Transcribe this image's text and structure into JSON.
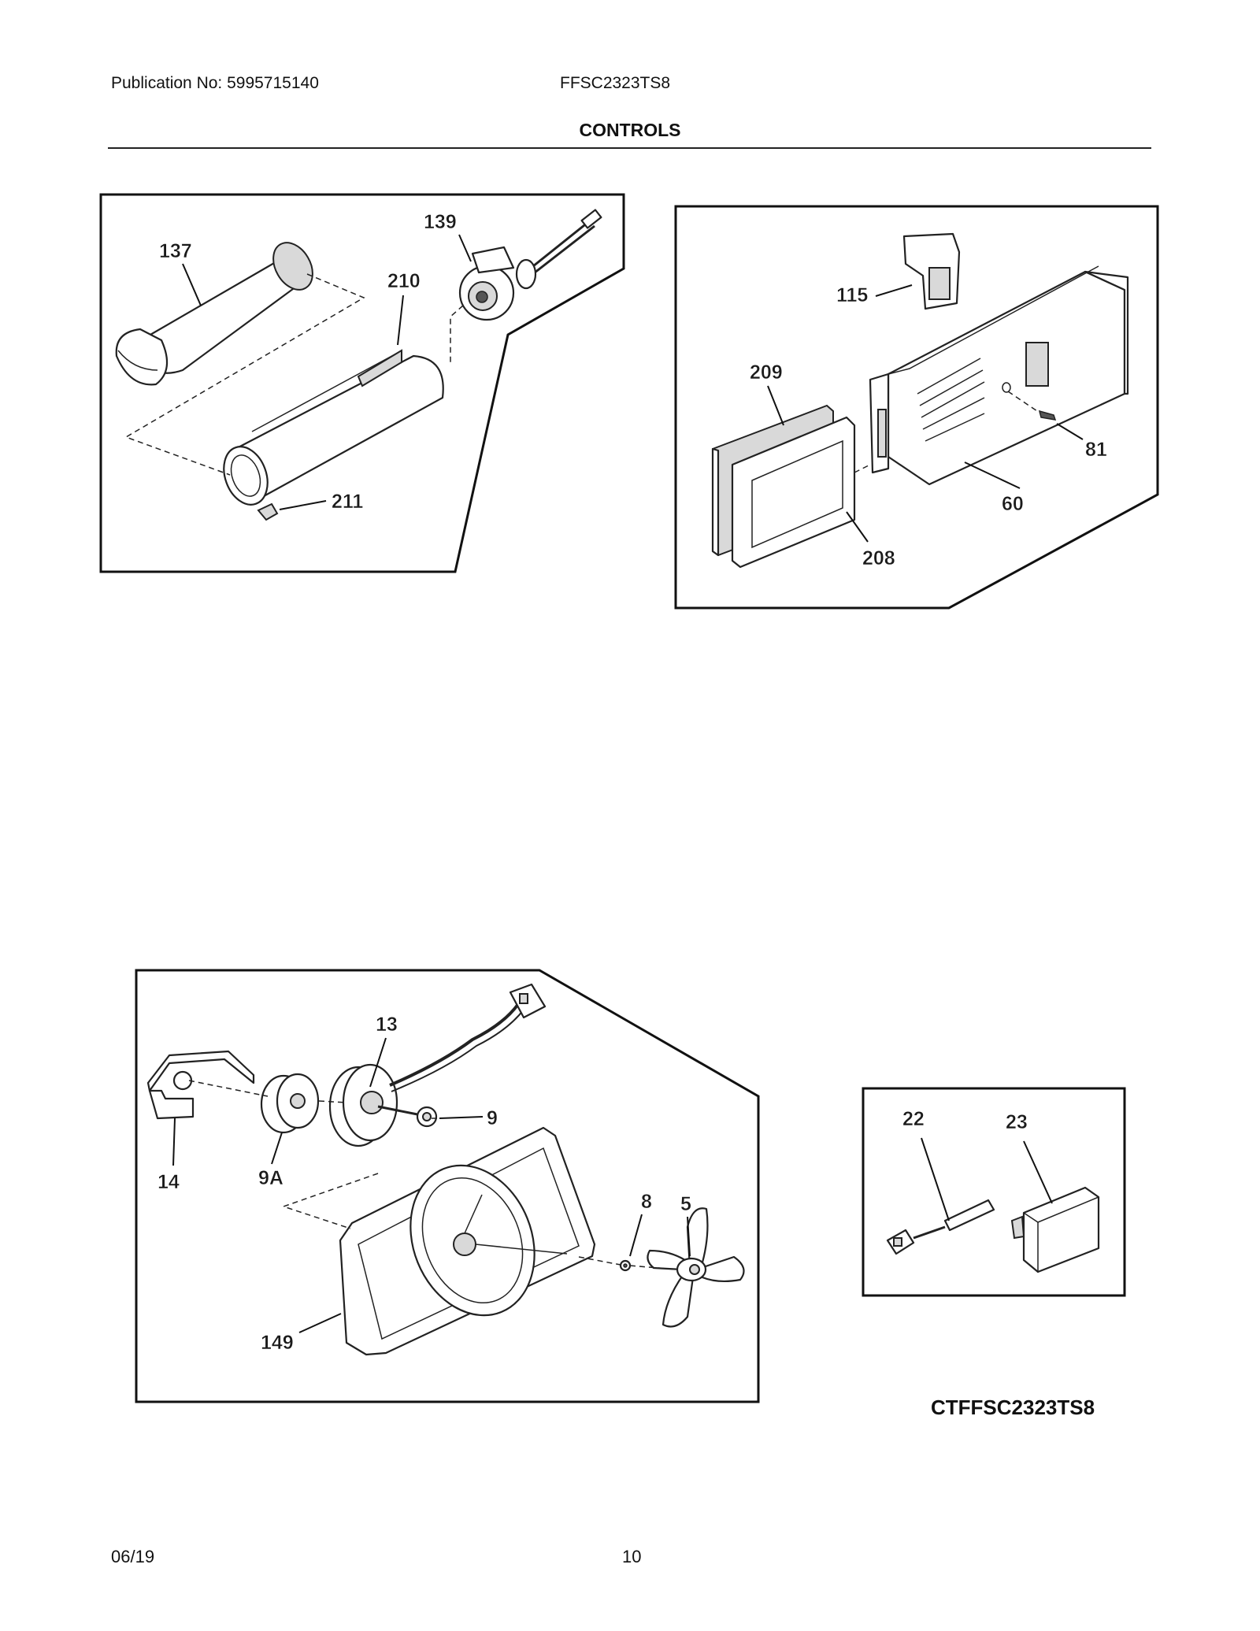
{
  "header": {
    "publication": "Publication No: 5995715140",
    "model": "FFSC2323TS8",
    "section_title": "CONTROLS"
  },
  "callouts": {
    "c137": "137",
    "c139": "139",
    "c210": "210",
    "c211": "211",
    "c115": "115",
    "c209": "209",
    "c81": "81",
    "c60": "60",
    "c208": "208",
    "c13": "13",
    "c9": "9",
    "c14": "14",
    "c9a": "9A",
    "c8": "8",
    "c5": "5",
    "c149": "149",
    "c22": "22",
    "c23": "23"
  },
  "diagram_code": "CTFFSC2323TS8",
  "footer": {
    "date": "06/19",
    "page": "10"
  }
}
